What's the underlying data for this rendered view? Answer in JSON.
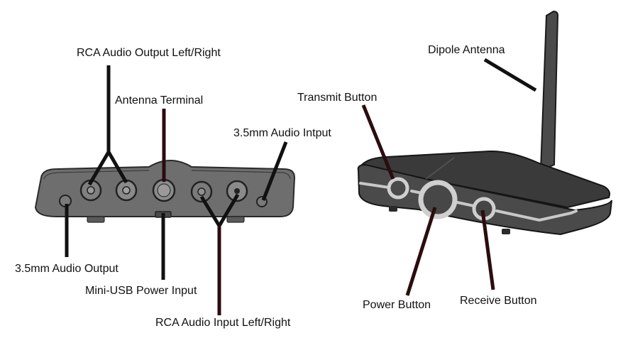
{
  "diagram": {
    "title": "Wireless audio transmitter/receiver connections",
    "colors": {
      "device_body": "#6e6e6e",
      "device_dark": "#3a3a3a",
      "leader_line": "#1c0c0e",
      "accent_ring": "#cfcfcf",
      "text": "#111111"
    },
    "rear_panel": {
      "labels": {
        "rca_output": "RCA Audio Output Left/Right",
        "antenna_terminal": "Antenna Terminal",
        "audio_input": "3.5mm Audio Intput",
        "audio_output": "3.5mm Audio Output",
        "usb_power": "Mini-USB Power Input",
        "rca_input": "RCA Audio Input Left/Right"
      }
    },
    "front_unit": {
      "labels": {
        "dipole_antenna": "Dipole Antenna",
        "transmit_button": "Transmit Button",
        "power_button": "Power Button",
        "receive_button": "Receive Button"
      }
    }
  }
}
